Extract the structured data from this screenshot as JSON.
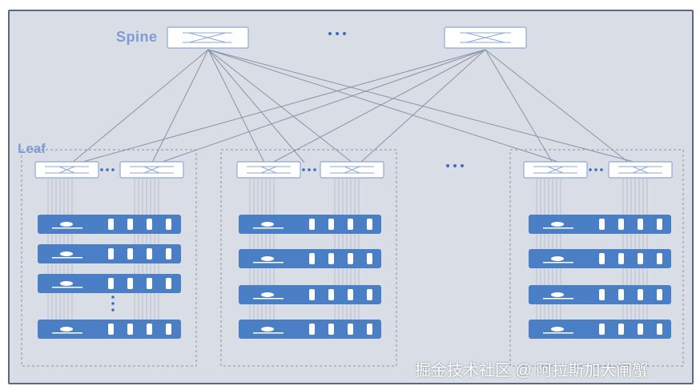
{
  "labels": {
    "spine": "Spine",
    "leaf": "Leaf"
  },
  "watermark": "掘金技术社区 @ 阿拉斯加大闸蟹",
  "colors": {
    "background": "#d8dde6",
    "server": "#4a7fc5",
    "switch_border": "#8ea9d6",
    "link": "#8a93a6",
    "label": "#7f9bd6"
  },
  "topology": {
    "spine_count_shown": 2,
    "pods_shown": 3,
    "leaf_per_pod": 2,
    "servers_per_pod": 4,
    "ellipsis": "···"
  }
}
